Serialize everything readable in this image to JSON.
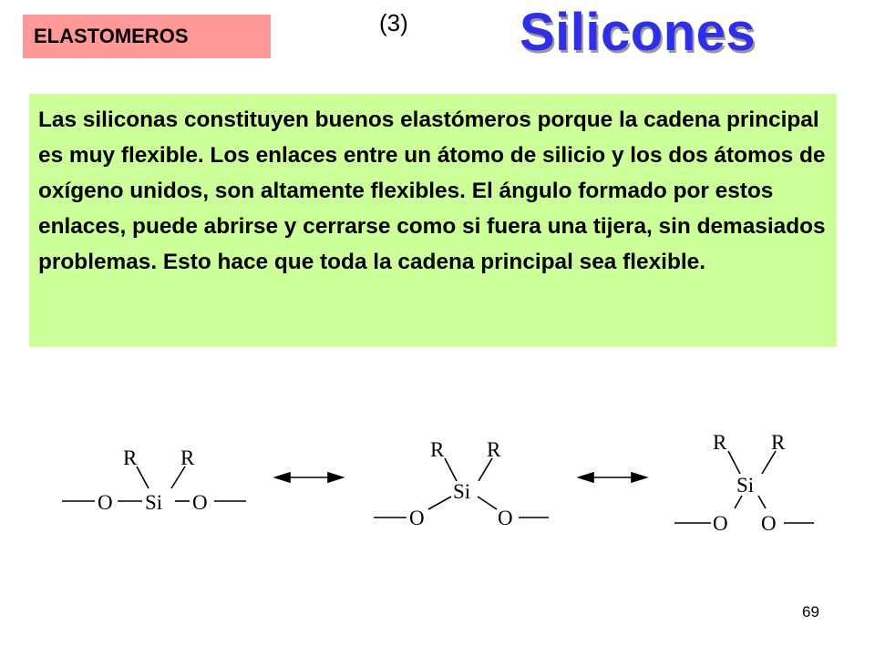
{
  "header": {
    "tag_label": "ELASTOMEROS",
    "slide_index": "(3)",
    "title": "Silicones"
  },
  "body": {
    "text": "Las siliconas constituyen buenos elastómeros porque la cadena principal es muy flexible. Los enlaces entre un átomo de silicio y los dos átomos de oxígeno unidos, son altamente flexibles. El ángulo formado por estos enlaces, puede abrirse y cerrarse como si fuera una tijera, sin demasiados problemas. Esto hace que toda la cadena principal sea flexible."
  },
  "diagram": {
    "structure_1": {
      "r_left": "R",
      "r_right": "R",
      "si": "Si",
      "o_left": "O",
      "o_right": "O"
    },
    "structure_2": {
      "r_left": "R",
      "r_right": "R",
      "si": "Si",
      "o_left": "O",
      "o_right": "O"
    },
    "structure_3": {
      "r_left": "R",
      "r_right": "R",
      "si": "Si",
      "o_left": "O",
      "o_right": "O"
    }
  },
  "footer": {
    "page_number": "69"
  },
  "colors": {
    "tag_bg": "#ff9999",
    "body_bg": "#ccff99",
    "title_fg": "#2f2fe8"
  }
}
